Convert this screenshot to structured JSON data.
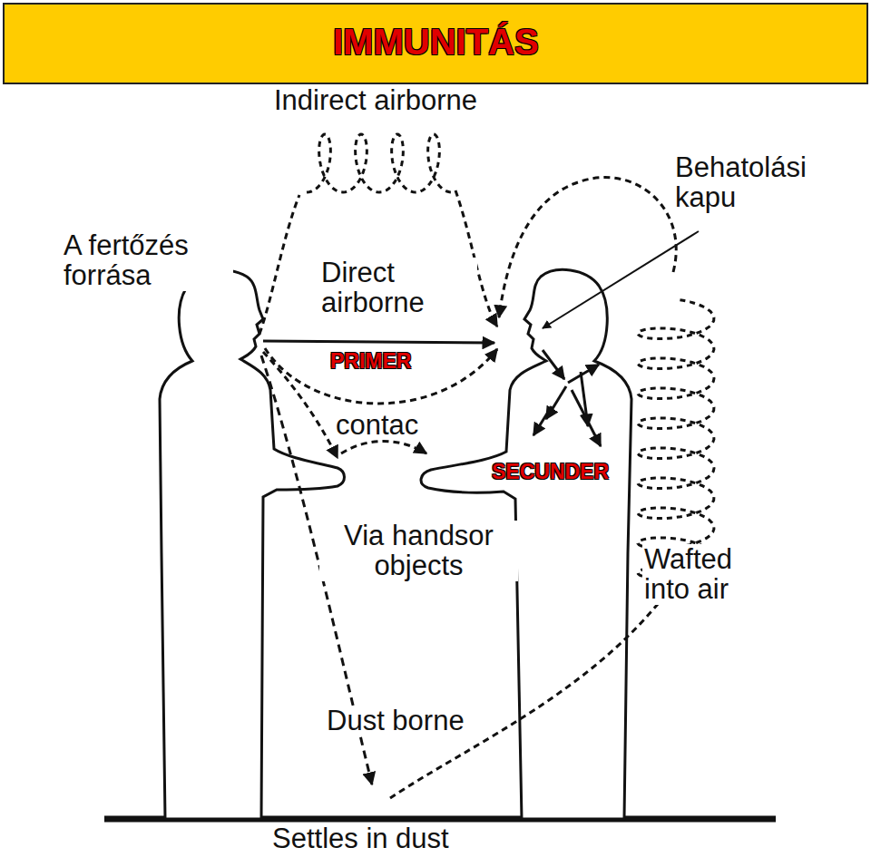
{
  "diagram": {
    "title": "IMMUNITÁS",
    "labels": [
      "Indirect airborne",
      "A fertőzés forrása",
      "Direct airborne",
      "PRIMER",
      "Behatolási kapu",
      "contac",
      "SECUNDER",
      "Via handsor objects",
      "Wafted into air",
      "Dust borne",
      "Settles in dust"
    ]
  }
}
